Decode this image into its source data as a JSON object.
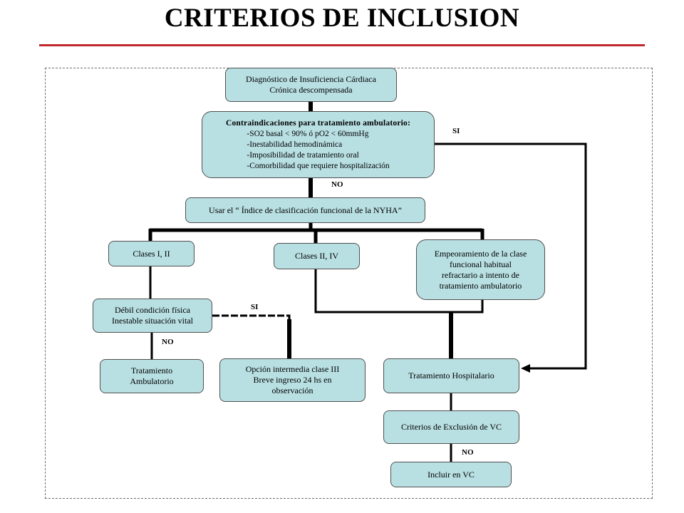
{
  "title": "CRITERIOS DE INCLUSION",
  "accent_color": "#c0272d",
  "box_color": "#b8dfe2",
  "nodes": {
    "diagnostico": {
      "line1": "Diagnóstico de Insuficiencia Cárdiaca",
      "line2": "Crónica descompensada"
    },
    "contraindicaciones": {
      "head": "Contraindicaciones para tratamiento ambulatorio:",
      "items": [
        "-SO2 basal < 90% ó pO2 < 60mmHg",
        "-Inestabilidad hemodinámica",
        "-Imposibilidad de tratamiento oral",
        "-Comorbilidad que requiere hospitalización"
      ]
    },
    "nyha": "Usar el “ Índice de clasificación funcional de la NYHA”",
    "clases_1_2": "Clases I, II",
    "clases_2_4": "Clases II, IV",
    "empeoramiento": {
      "line1": "Empeoramiento de la clase",
      "line2": "funcional habitual",
      "line3": "refractario a intento de",
      "line4": "tratamiento ambulatorio"
    },
    "debil": {
      "line1": "Débil condición física",
      "line2": "Inestable situación vital"
    },
    "tratamiento_ambulatorio": {
      "line1": "Tratamiento",
      "line2": "Ambulatorio"
    },
    "opcion_intermedia": {
      "line1": "Opción intermedia clase III",
      "line2": "Breve ingreso 24 hs en",
      "line3": "observación"
    },
    "tratamiento_hospitalario": "Tratamiento Hospitalario",
    "criterios_exclusion": "Criterios de Exclusión de VC",
    "incluir_vc": "Incluir en VC"
  },
  "labels": {
    "si_top": "SI",
    "no_top": "NO",
    "si_mid": "SI",
    "no_left": "NO",
    "no_bottom": "NO"
  }
}
